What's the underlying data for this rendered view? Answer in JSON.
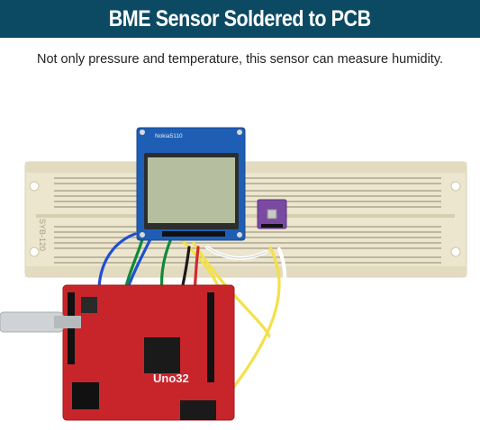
{
  "banner": {
    "title": "BME Sensor Soldered to PCB",
    "background": "#0c4a63"
  },
  "subtitle": "Not only pressure and temperature, this sensor can measure humidity.",
  "photo": {
    "lcd_label": "Nokia5110",
    "board_label": "Uno32",
    "breadboard_label": "SYB-120",
    "colors": {
      "breadboard": "#ece6cf",
      "lcd_pcb": "#1e5fb5",
      "lcd_screen": "#b5bfa0",
      "sensor_pcb": "#7a4aa3",
      "board_pcb": "#c8252b"
    }
  }
}
